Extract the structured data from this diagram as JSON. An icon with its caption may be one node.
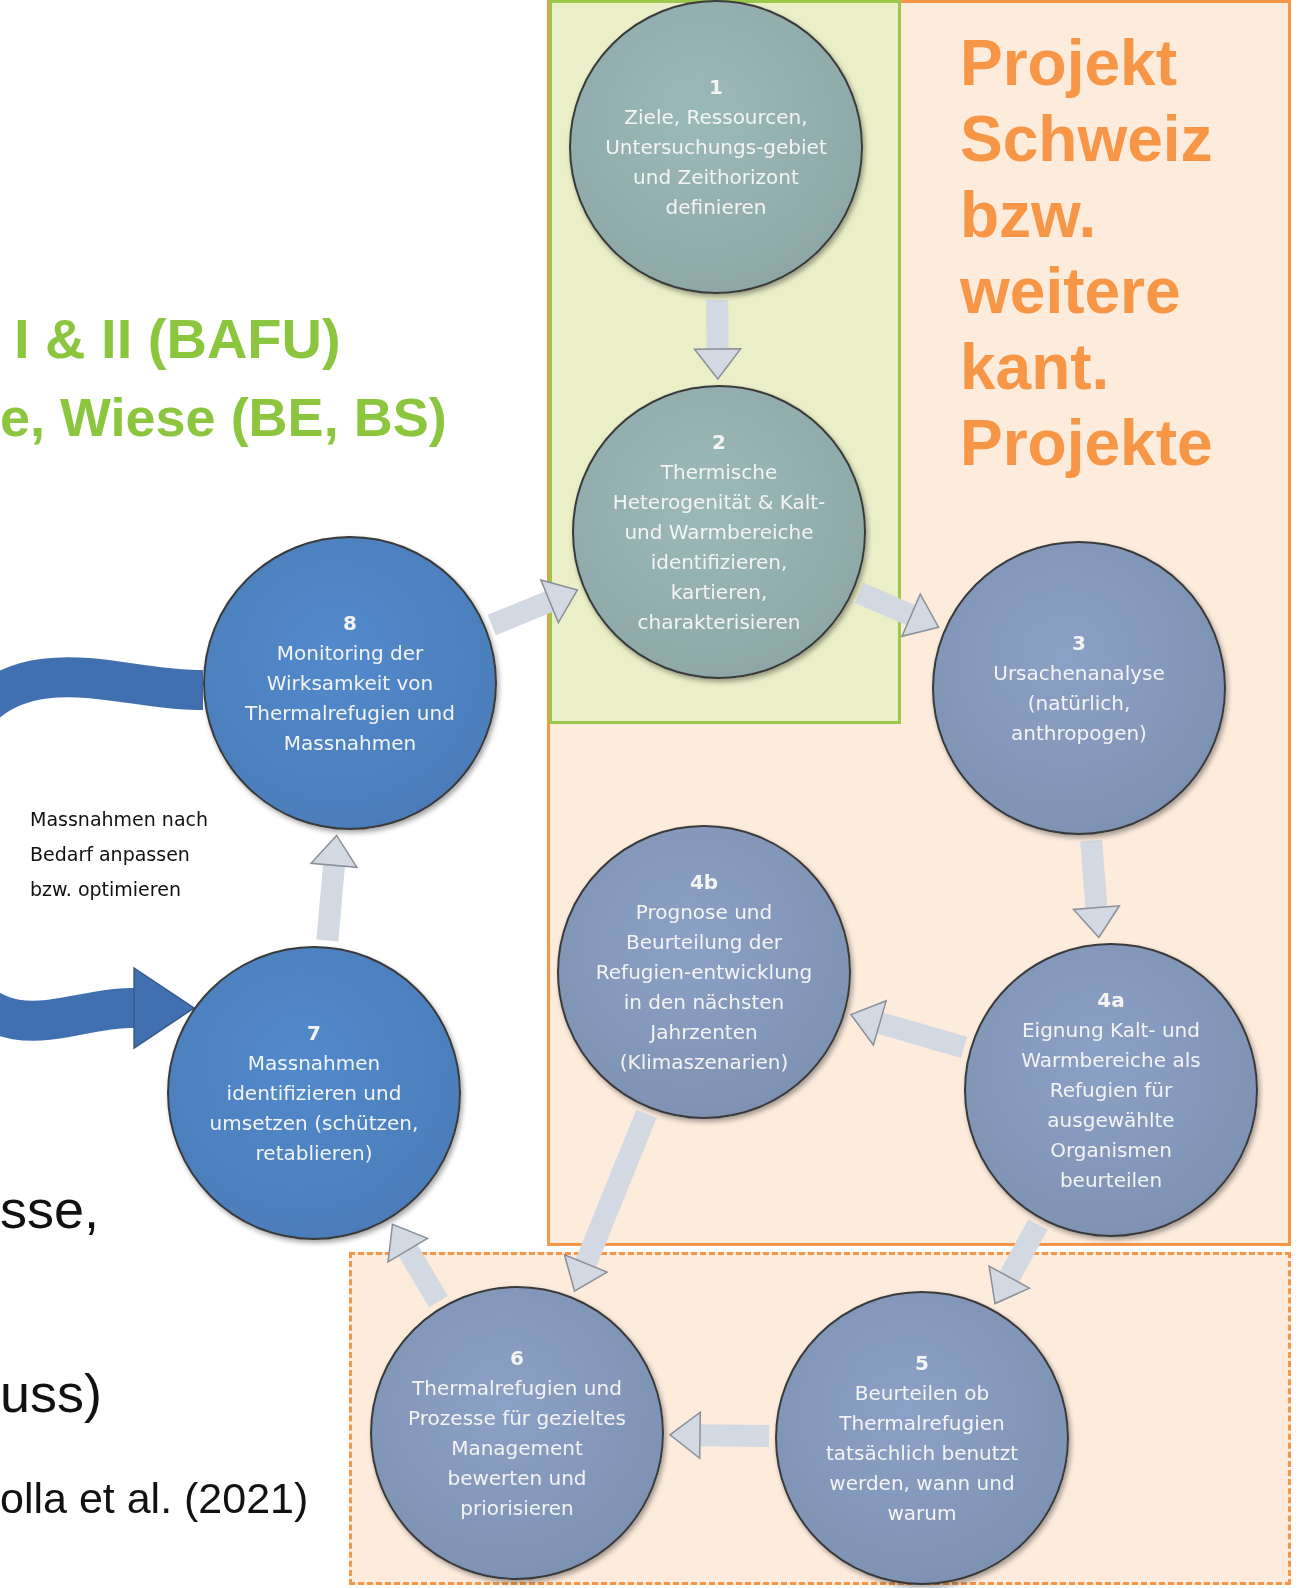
{
  "diagram": {
    "nodes": [
      {
        "text": [
          "Projekt Schweiz bzw. weitere kant. Projekte"
        ]
      },
      {
        "text": [],
        "shape": "box",
        "in": 0
      },
      {
        "text": [
          "1",
          "Ziele, Ressourcen, Untersuchungs-gebiet und Zeithorizont definieren"
        ],
        "in": 1
      },
      {
        "text": [
          "2",
          "Thermische Heterogenität & Kalt- und Warmbereiche identifizieren, kartieren, charakterisieren"
        ],
        "in": 1
      },
      {
        "text": [
          "3",
          "Ursachenanalyse (natürlich, anthropogen)"
        ],
        "in": 0
      },
      {
        "text": [
          "4b",
          "Prognose und Beurteilung der Refugien-entwicklung in den nächsten Jahrzenten (Klimaszenarien)"
        ],
        "in": 0
      },
      {
        "text": [
          "4a",
          "Eignung Kalt- und Warmbereiche als Refugien für ausgewählte Organismen beurteilen"
        ],
        "in": 0
      },
      {
        "text": [
          "8",
          "Monitoring der Wirksamkeit von Thermalrefugien und Massnahmen"
        ]
      },
      {
        "text": [
          "7",
          "Massnahmen identifizieren und umsetzen (schützen, retablieren)"
        ]
      },
      {
        "text": [],
        "shape": "box"
      },
      {
        "text": [
          "6",
          "Thermalrefugien und Prozesse für gezieltes Management bewerten und priorisieren"
        ],
        "in": 9
      },
      {
        "text": [
          "5",
          "Beurteilen ob Thermalrefugien tatsächlich benutzt werden, wann und warum"
        ],
        "in": 9
      }
    ],
    "edges": [
      {
        "from": 2,
        "to": 3,
        "arrow": "to"
      },
      {
        "from": 3,
        "to": 4,
        "arrow": "to"
      },
      {
        "from": 4,
        "to": 6,
        "arrow": "to"
      },
      {
        "from": 6,
        "to": 5,
        "arrow": "to"
      },
      {
        "from": 6,
        "to": 11,
        "arrow": "to"
      },
      {
        "from": 5,
        "to": 10,
        "arrow": "to"
      },
      {
        "from": 11,
        "to": 10,
        "arrow": "to"
      },
      {
        "from": 10,
        "to": 8,
        "arrow": "to"
      },
      {
        "from": 8,
        "to": 7,
        "arrow": "to"
      },
      {
        "from": 7,
        "to": 3,
        "arrow": "to"
      },
      {
        "from": 7,
        "to": 8,
        "arrow": "to",
        "label": "Massnahmen nach Bedarf anpassen bzw. optimieren",
        "style": "thick",
        "color": "#4070b0"
      }
    ],
    "labels": [
      "I & II (BAFU)",
      "e, Wiese (BE, BS)",
      "sse,",
      "uss)",
      "olla et al. (2021)"
    ]
  }
}
